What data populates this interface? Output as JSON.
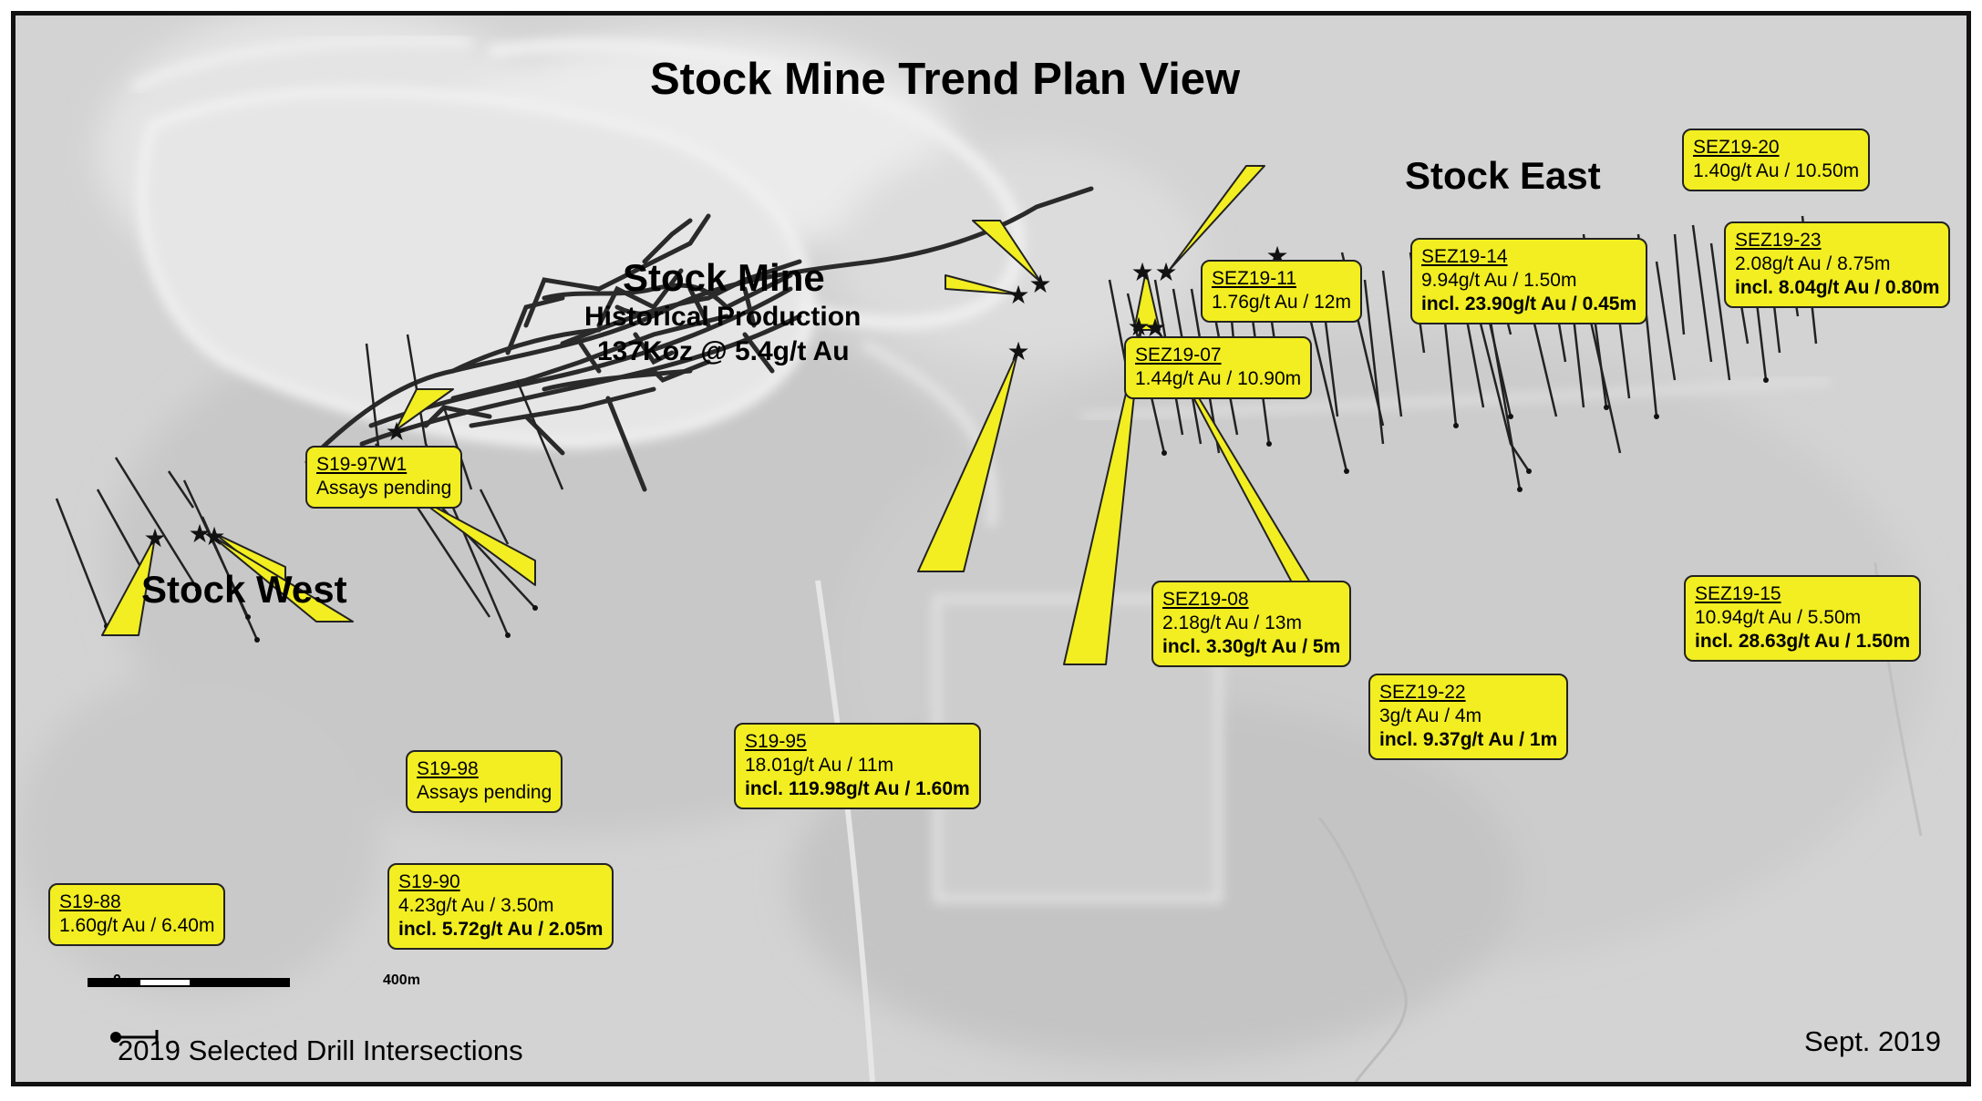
{
  "title": "Stock Mine Trend Plan View",
  "areas": {
    "stock_mine": "Stock Mine",
    "historical": "Historical Production",
    "production": "137Koz @ 5.4g/t Au",
    "stock_west": "Stock West",
    "stock_east": "Stock East"
  },
  "callouts": [
    {
      "id": "S19-97W1",
      "lines": [
        "Assays pending"
      ],
      "incl": ""
    },
    {
      "id": "S19-95",
      "lines": [
        "18.01g/t Au / 11m"
      ],
      "incl": "incl. 119.98g/t Au / 1.60m"
    },
    {
      "id": "S19-98",
      "lines": [
        "Assays pending"
      ],
      "incl": ""
    },
    {
      "id": "S19-90",
      "lines": [
        "4.23g/t Au / 3.50m"
      ],
      "incl": "incl. 5.72g/t Au / 2.05m"
    },
    {
      "id": "S19-88",
      "lines": [
        "1.60g/t Au / 6.40m"
      ],
      "incl": ""
    },
    {
      "id": "SEZ19-11",
      "lines": [
        "1.76g/t Au / 12m"
      ],
      "incl": ""
    },
    {
      "id": "SEZ19-07",
      "lines": [
        "1.44g/t Au / 10.90m"
      ],
      "incl": ""
    },
    {
      "id": "SEZ19-08",
      "lines": [
        "2.18g/t Au / 13m"
      ],
      "incl": "incl. 3.30g/t Au / 5m"
    },
    {
      "id": "SEZ19-14",
      "lines": [
        "9.94g/t Au / 1.50m"
      ],
      "incl": "incl. 23.90g/t Au / 0.45m"
    },
    {
      "id": "SEZ19-20",
      "lines": [
        "1.40g/t Au / 10.50m"
      ],
      "incl": ""
    },
    {
      "id": "SEZ19-23",
      "lines": [
        "2.08g/t Au / 8.75m"
      ],
      "incl": "incl. 8.04g/t Au / 0.80m"
    },
    {
      "id": "SEZ19-15",
      "lines": [
        "10.94g/t Au / 5.50m"
      ],
      "incl": "incl. 28.63g/t Au / 1.50m"
    },
    {
      "id": "SEZ19-22",
      "lines": [
        "3g/t Au / 4m"
      ],
      "incl": "incl. 9.37g/t Au / 1m"
    }
  ],
  "scale_bar": {
    "start_label": "0",
    "end_label": "400m"
  },
  "legend": {
    "label": "2019 Selected Drill Intersections"
  },
  "date": "Sept. 2019",
  "colors": {
    "callout_fill": "#f2ee21",
    "map_background": "#d6d6d6",
    "drill_line": "#222222"
  }
}
